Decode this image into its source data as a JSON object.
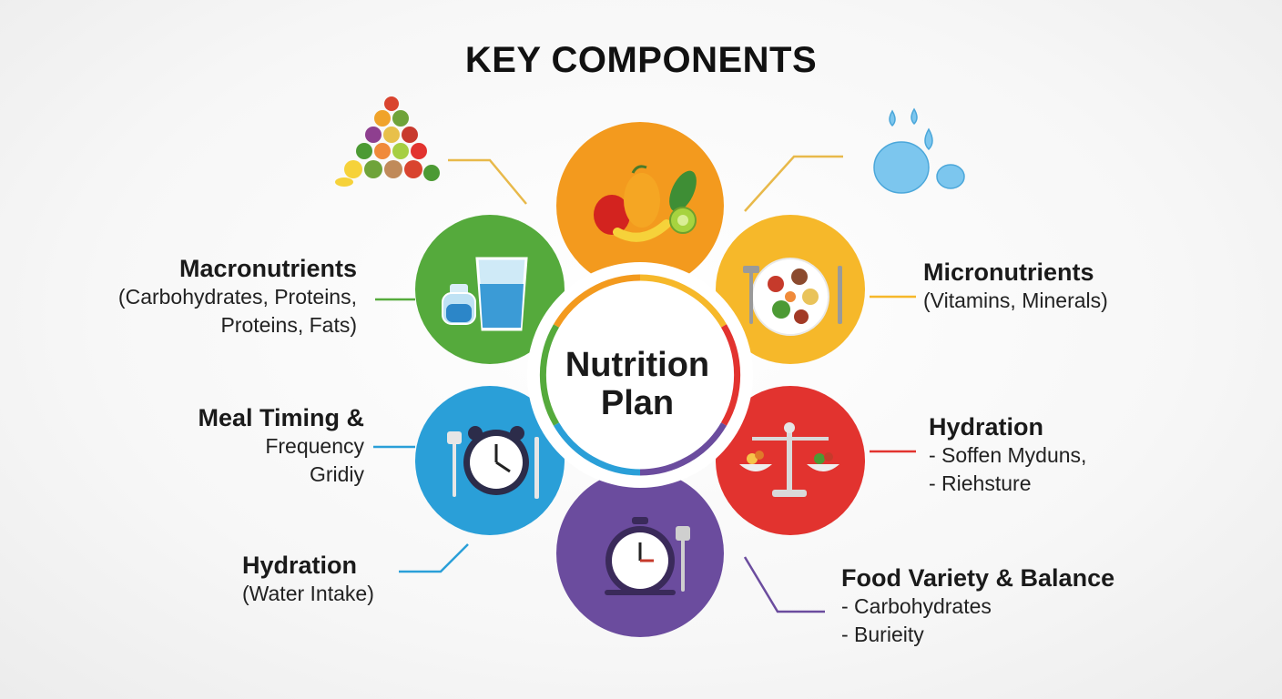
{
  "title": "KEY COMPONENTS",
  "center": {
    "line1": "Nutrition",
    "line2": "Plan"
  },
  "labels": {
    "macronutrients": {
      "heading": "Macronutrients",
      "lines": [
        "(Carbohydrates, Proteins,",
        "Proteins, Fats)"
      ]
    },
    "meal_timing": {
      "heading": "Meal Timing &",
      "lines": [
        "Frequency",
        "Gridiy"
      ]
    },
    "hydration_left": {
      "heading": "Hydration",
      "lines": [
        "(Water Intake)"
      ]
    },
    "micronutrients": {
      "heading": "Micronutrients",
      "lines": [
        "(Vitamins, Minerals)"
      ]
    },
    "hydration_right": {
      "heading": "Hydration",
      "lines": [
        "- Soffen Myduns,",
        "- Riehsture"
      ]
    },
    "food_variety": {
      "heading": "Food Variety & Balance",
      "lines": [
        "- Carbohydrates",
        "- Burieity"
      ]
    }
  },
  "colors": {
    "orange": "#F39A1E",
    "yellow": "#F6B82A",
    "red": "#E2332F",
    "purple": "#6B4C9E",
    "blue": "#2A9FD8",
    "green": "#55AA3C"
  },
  "icons": {
    "top": "fruit-bowl-icon",
    "upper_right": "plate-with-cutlery-icon",
    "lower_right": "balance-scale-icon",
    "bottom": "stopwatch-with-fork-icon",
    "lower_left": "clock-with-cutlery-icon",
    "upper_left": "water-glass-and-bottle-icon",
    "far_top_left": "food-pyramid-icon",
    "far_top_right": "water-drops-icon"
  }
}
